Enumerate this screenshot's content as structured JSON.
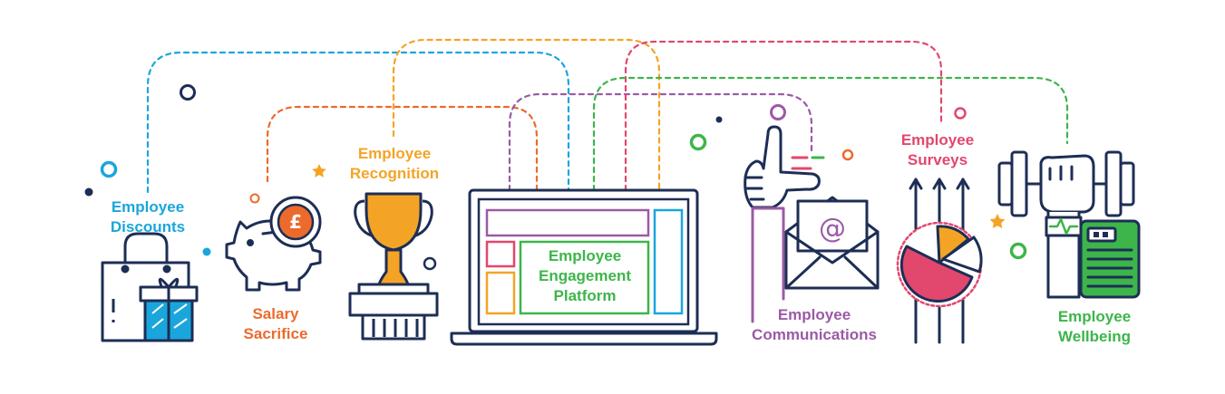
{
  "colors": {
    "navy": "#1d2e55",
    "blue": "#1aa6dc",
    "orange": "#ec6a2c",
    "gold": "#f4a425",
    "purple": "#9b5aa6",
    "pink": "#e2476d",
    "green": "#3db54a"
  },
  "center": {
    "label_line1": "Employee",
    "label_line2": "Engagement",
    "label_line3": "Platform"
  },
  "nodes": {
    "discounts": {
      "line1": "Employee",
      "line2": "Discounts",
      "color": "#1aa6dc",
      "icon": "shopping-bag-gift-icon"
    },
    "salary": {
      "line1": "Salary",
      "line2": "Sacrifice",
      "color": "#ec6a2c",
      "icon": "piggy-bank-icon",
      "symbol": "£"
    },
    "recognition": {
      "line1": "Employee",
      "line2": "Recognition",
      "color": "#f4a425",
      "icon": "trophy-icon"
    },
    "communications": {
      "line1": "Employee",
      "line2": "Communications",
      "color": "#9b5aa6",
      "icon": "hand-envelope-icon",
      "symbol": "@"
    },
    "surveys": {
      "line1": "Employee",
      "line2": "Surveys",
      "color": "#e2476d",
      "icon": "pie-chart-arrows-icon"
    },
    "wellbeing": {
      "line1": "Employee",
      "line2": "Wellbeing",
      "color": "#3db54a",
      "icon": "dumbbell-tracker-icon"
    }
  }
}
